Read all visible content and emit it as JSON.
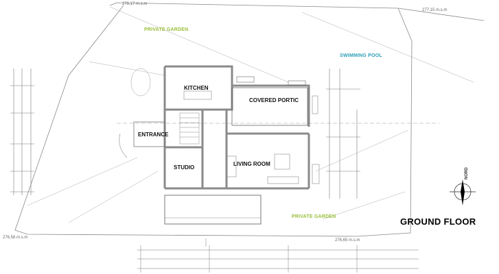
{
  "plan": {
    "title": "GROUND FLOOR",
    "north_label": "NORD",
    "rooms": {
      "kitchen": "KITCHEN",
      "covered_portic": "COVERED PORTIC",
      "entrance": "ENTRANCE",
      "studio": "STUDIO",
      "living_room": "LIVING ROOM"
    },
    "outdoor": {
      "private_garden_top": "PRIVATE GARDEN",
      "private_garden_bottom": "PRIVATE GARDEN",
      "swimming_pool": "SWIMMING POOL"
    },
    "elevations": {
      "top_left": "276,17 m.s.m",
      "top_right": "277,15 m.s.m",
      "bottom_left": "276,58 m.s.m",
      "bottom_right": "276,65 m.s.m"
    }
  },
  "colors": {
    "garden_text": "#9bbf3a",
    "pool_text": "#2a9fb5",
    "line": "#555555",
    "wall": "#8a8a8a"
  }
}
